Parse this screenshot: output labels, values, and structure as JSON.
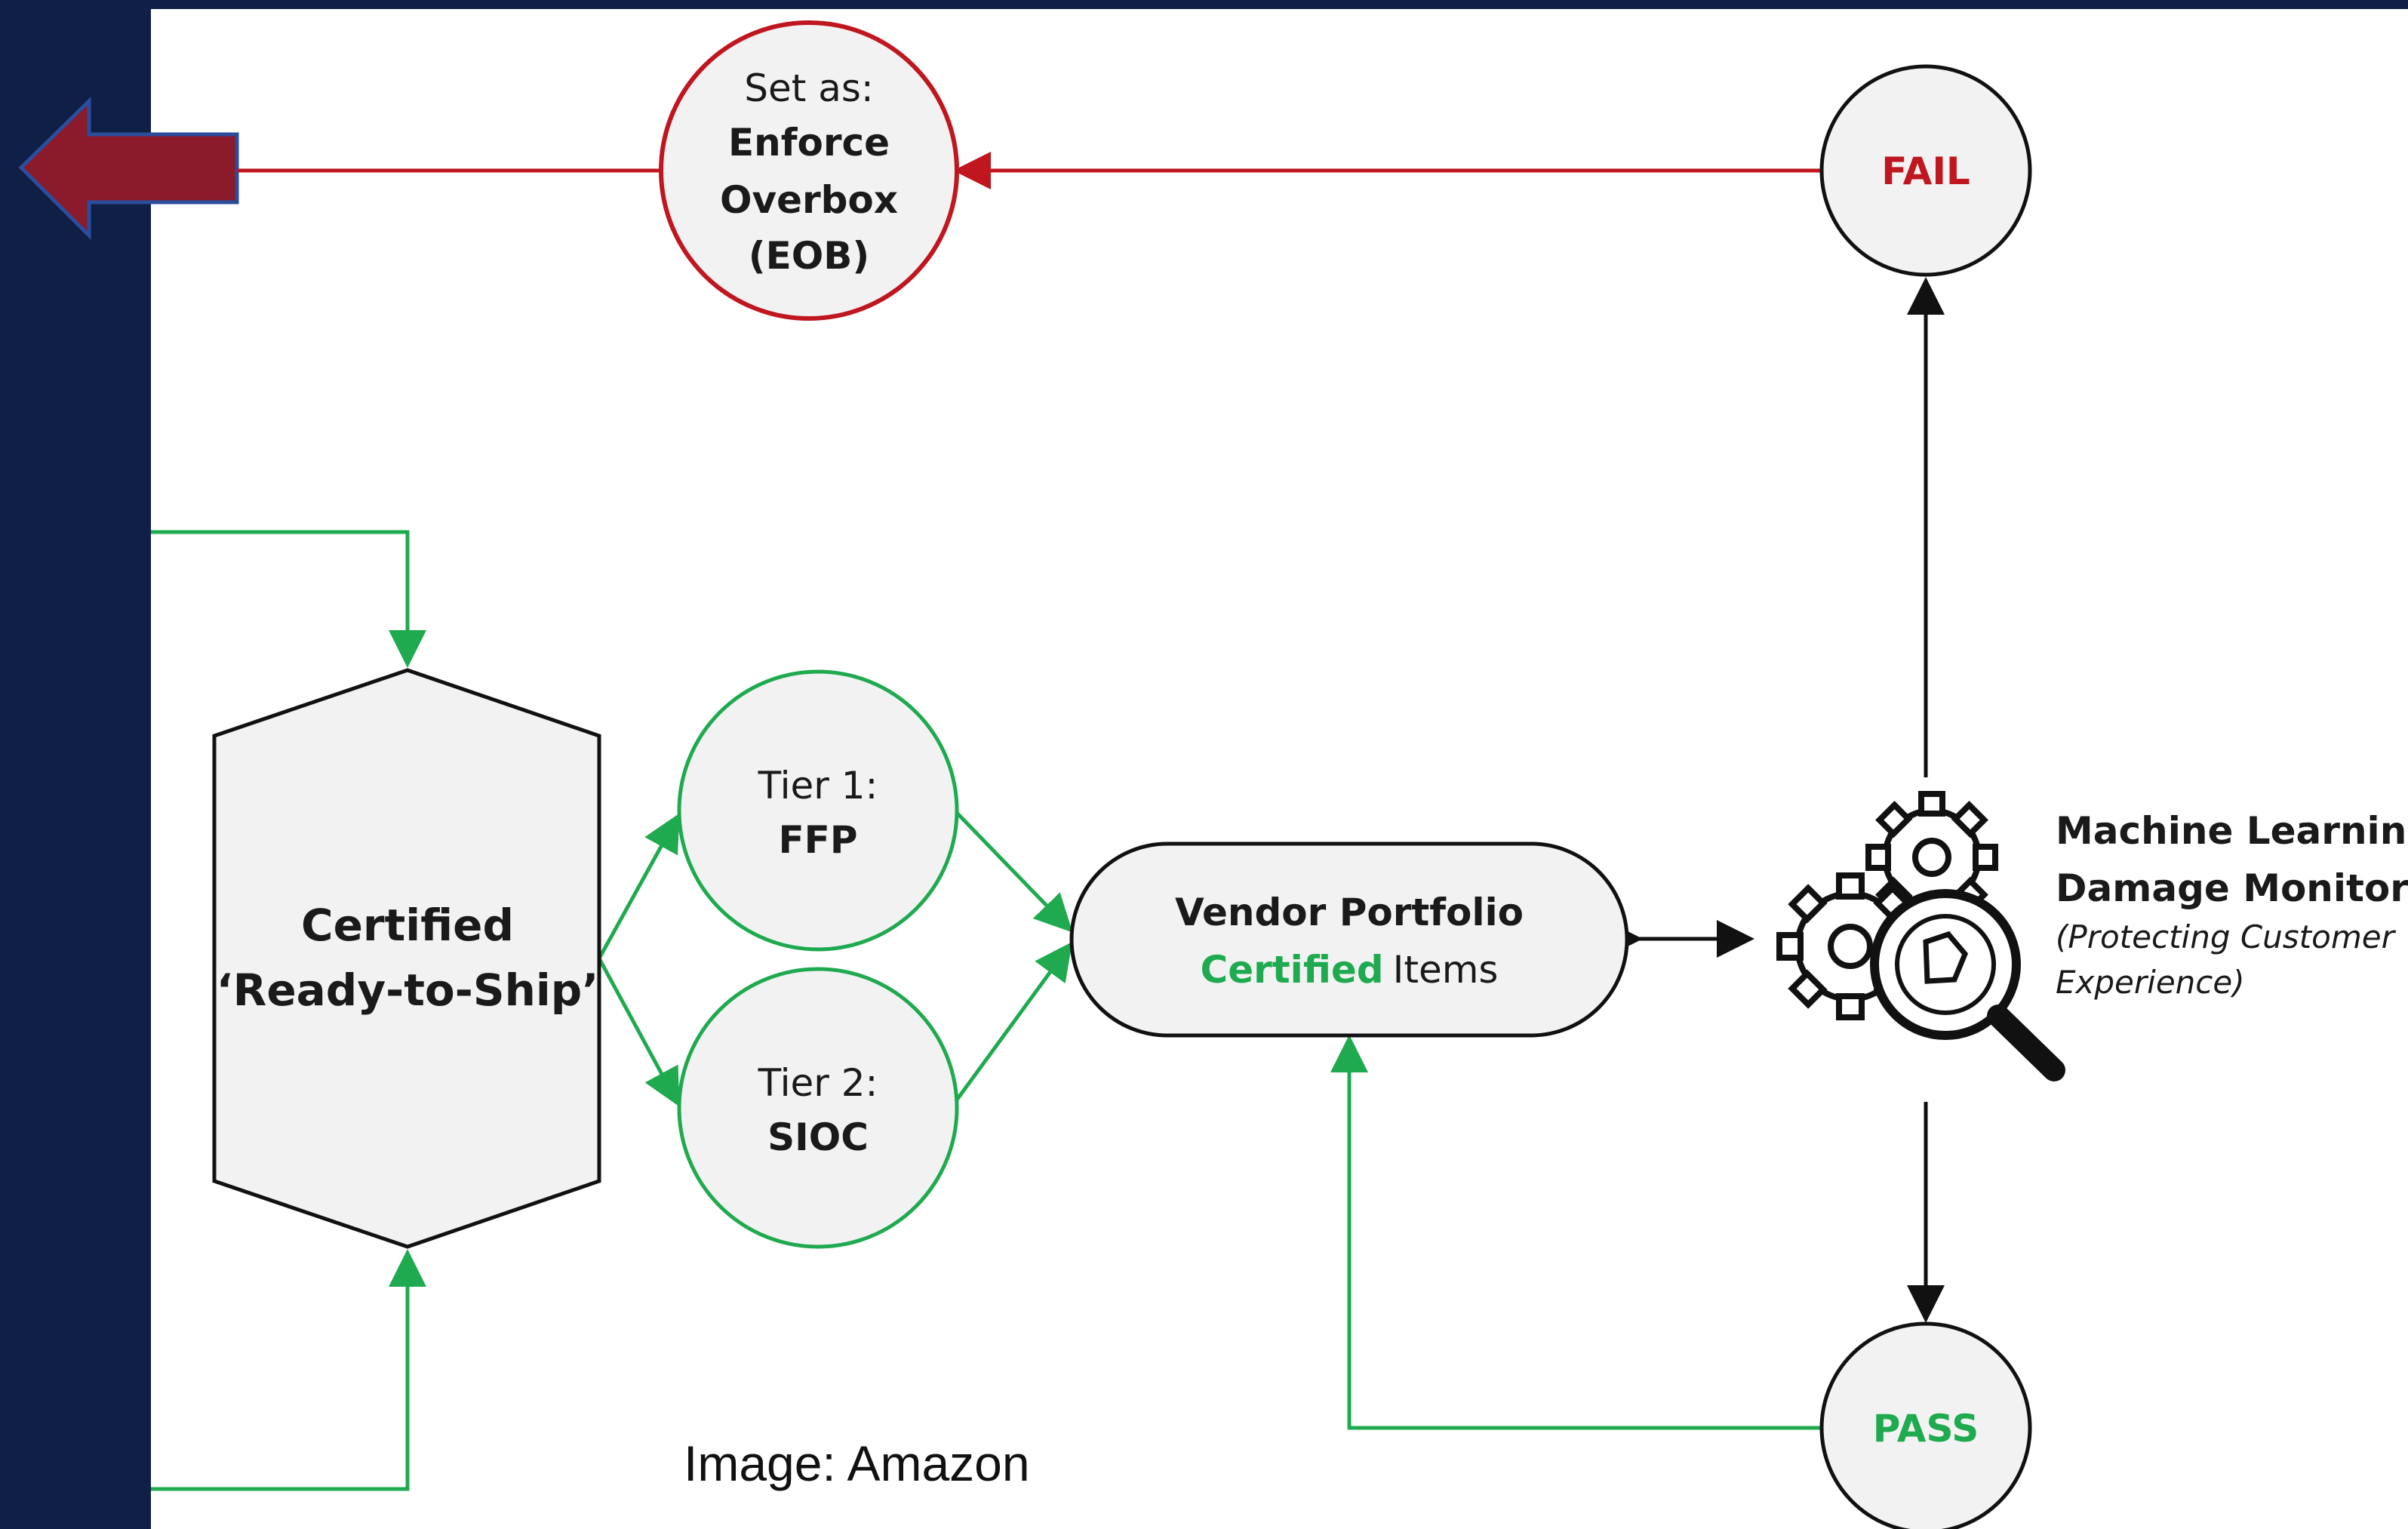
{
  "nodes": {
    "eob": {
      "line1": "Set as:",
      "line2": "Enforce",
      "line3": "Overbox",
      "line4": "(EOB)"
    },
    "fail": {
      "label": "FAIL"
    },
    "pass": {
      "label": "PASS"
    },
    "certified": {
      "line1": "Certified",
      "line2": "‘Ready-to-Ship’"
    },
    "tier1": {
      "line1": "Tier 1:",
      "line2": "FFP"
    },
    "tier2": {
      "line1": "Tier 2:",
      "line2": "SIOC"
    },
    "vendor": {
      "line1": "Vendor Portfolio",
      "line2_green": "Certified",
      "line2_rest": "Items"
    },
    "ml": {
      "line1": "Machine Learning",
      "line2": "Damage Monitor",
      "line3": "(Protecting Customer",
      "line4": "Experience)"
    }
  },
  "caption": "Image: Amazon",
  "colors": {
    "background_frame": "#0f1f45",
    "panel": "#ffffff",
    "green": "#1faa4f",
    "red": "#c0161f",
    "arrow_fill": "#8b1a2b",
    "arrow_outline": "#2a4d9c",
    "node_fill": "#f2f2f2"
  },
  "icons": {
    "ml_monitor": "gears-magnifier-icon",
    "left_arrow": "left-arrow-icon"
  }
}
